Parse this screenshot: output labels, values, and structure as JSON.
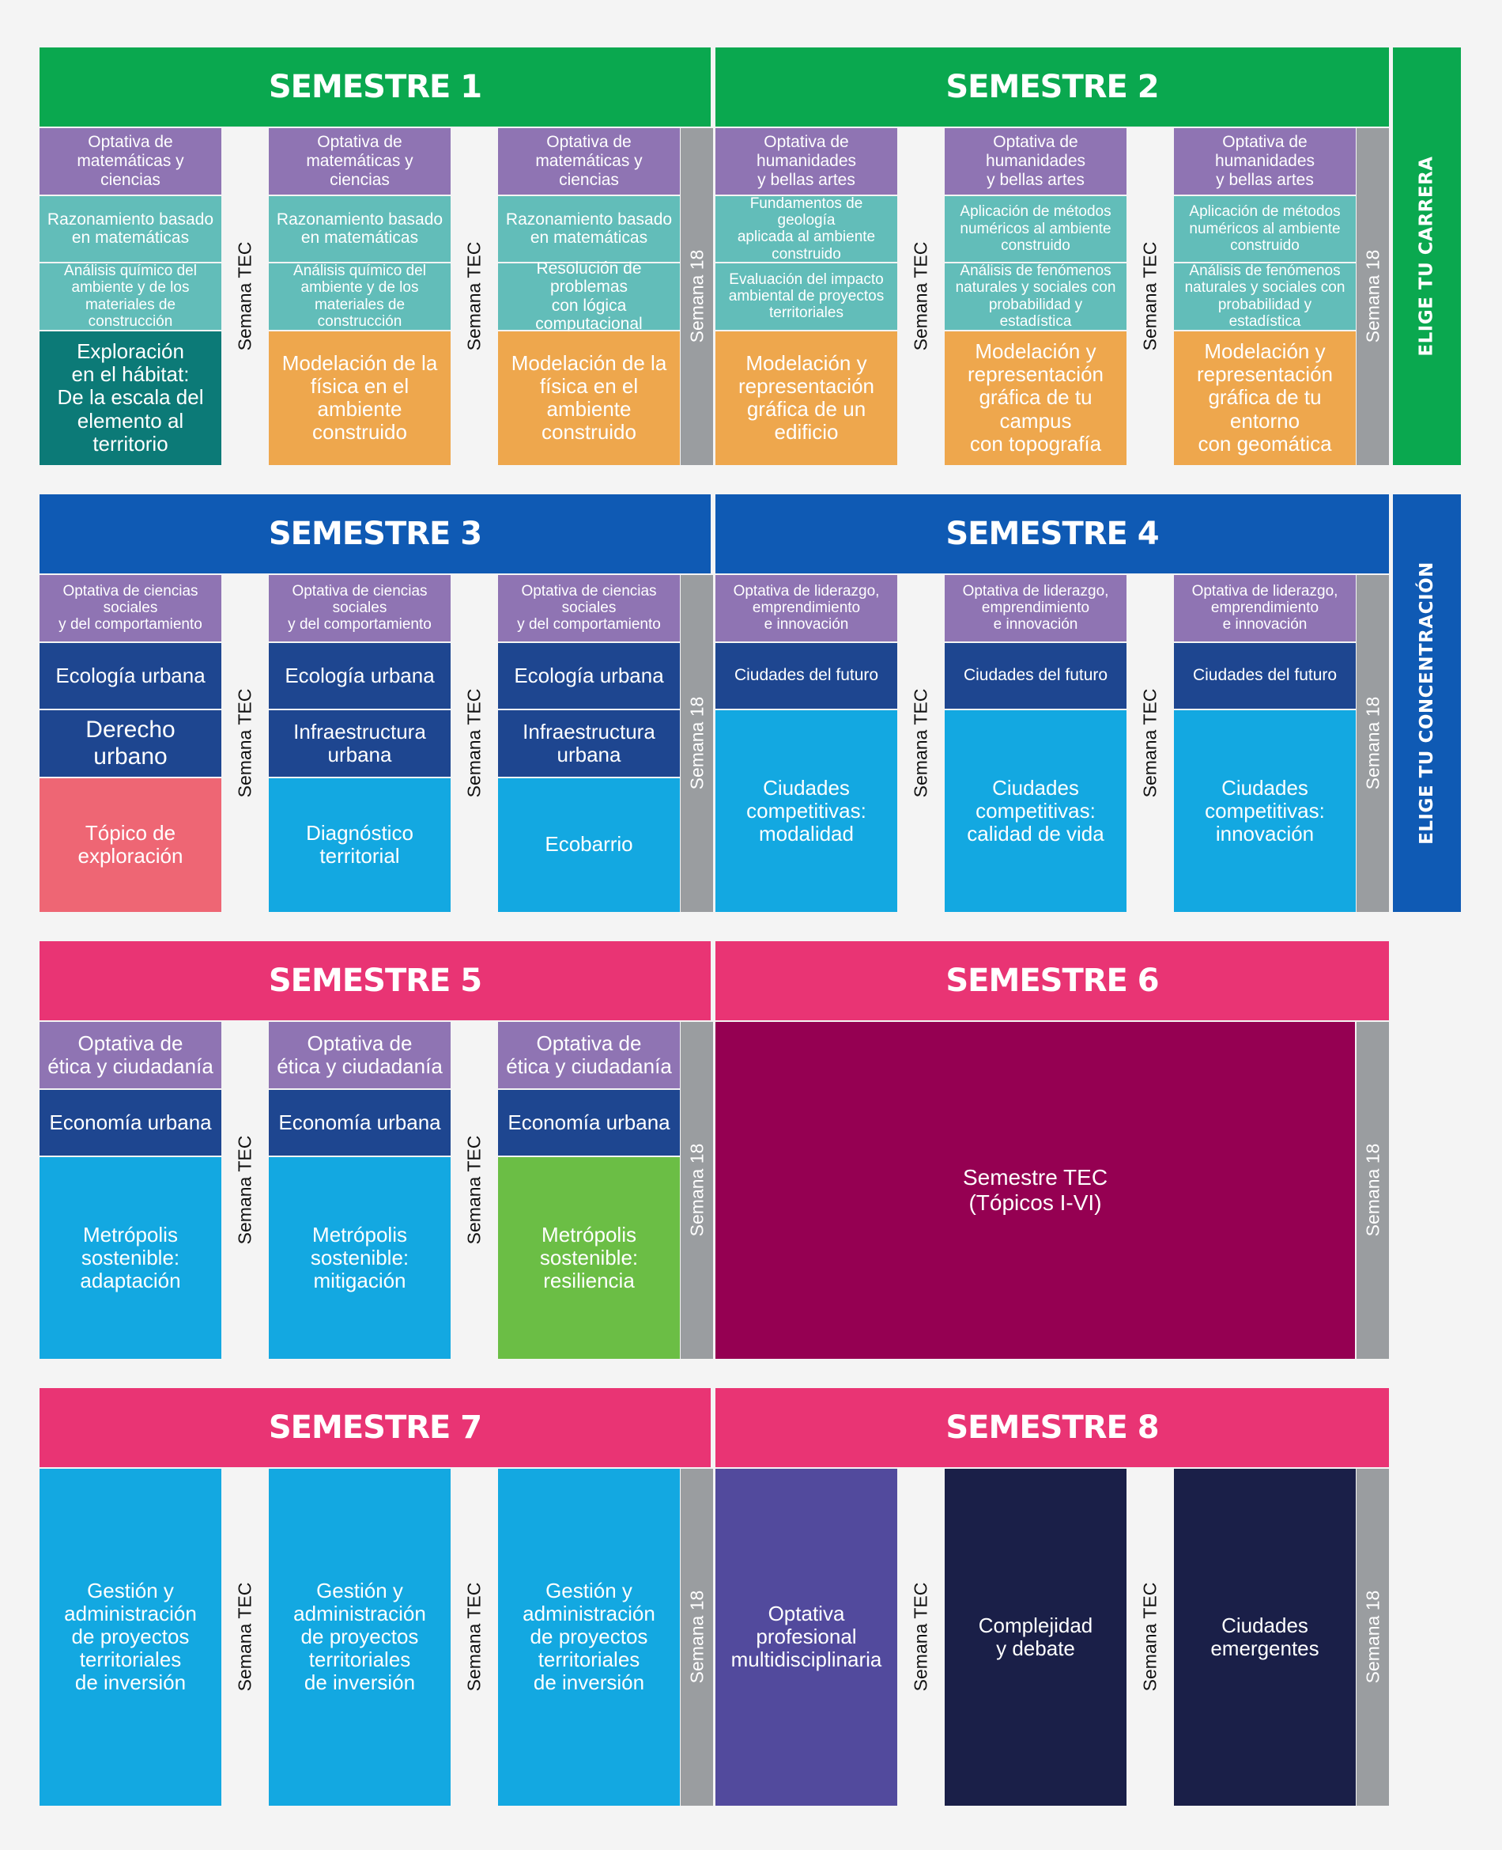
{
  "colors": {
    "green": "#0aa84f",
    "blue_header": "#0f5ab4",
    "pink": "#e93474",
    "purple_light": "#8f74b3",
    "teal": "#62bdb9",
    "dark_teal": "#0c7a77",
    "orange": "#eea74d",
    "navy": "#1e4690",
    "sky": "#13a8e1",
    "coral": "#ee6674",
    "lime": "#6bbe45",
    "maroon": "#950052",
    "indigo": "#524a9d",
    "dark_navy": "#1a1f48",
    "gray": "#9a9da0"
  },
  "labels": {
    "semana_tec": "Semana TEC",
    "semana_18": "Semana 18"
  },
  "sidebars": [
    {
      "text": "ELIGE TU CARRERA",
      "color": "#0aa84f"
    },
    {
      "text": "ELIGE TU CONCENTRACIÓN",
      "color": "#0f5ab4"
    }
  ],
  "bands": [
    {
      "semesters": [
        {
          "title": "SEMESTRE 1",
          "color": "#0aa84f",
          "columns": [
            [
              {
                "text": "Optativa de\nmatemáticas y ciencias",
                "color": "#8f74b3",
                "h": 1
              },
              {
                "text": "Razonamiento basado\nen matemáticas",
                "color": "#62bdb9",
                "h": 1
              },
              {
                "text": "Análisis químico del\nambiente y de los\nmateriales de construcción",
                "color": "#62bdb9",
                "h": 1
              },
              {
                "text": "Exploración\nen el hábitat:\nDe la escala del\nelemento al territorio",
                "color": "#0c7a77",
                "h": 2
              }
            ],
            [
              {
                "text": "Optativa de\nmatemáticas y ciencias",
                "color": "#8f74b3",
                "h": 1
              },
              {
                "text": "Razonamiento basado\nen matemáticas",
                "color": "#62bdb9",
                "h": 1
              },
              {
                "text": "Análisis químico del\nambiente y de los\nmateriales de construcción",
                "color": "#62bdb9",
                "h": 1
              },
              {
                "text": "Modelación de la\nfísica en el ambiente\nconstruido",
                "color": "#eea74d",
                "h": 2
              }
            ],
            [
              {
                "text": "Optativa de\nmatemáticas y ciencias",
                "color": "#8f74b3",
                "h": 1
              },
              {
                "text": "Razonamiento basado\nen matemáticas",
                "color": "#62bdb9",
                "h": 1
              },
              {
                "text": "Resolución de problemas\ncon lógica computacional",
                "color": "#62bdb9",
                "h": 1
              },
              {
                "text": "Modelación de la\nfísica en el ambiente\nconstruido",
                "color": "#eea74d",
                "h": 2
              }
            ]
          ]
        },
        {
          "title": "SEMESTRE 2",
          "color": "#0aa84f",
          "columns": [
            [
              {
                "text": "Optativa de humanidades\ny bellas artes",
                "color": "#8f74b3",
                "h": 1
              },
              {
                "text": "Fundamentos de geología\naplicada al ambiente\nconstruido",
                "color": "#62bdb9",
                "h": 1
              },
              {
                "text": "Evaluación del impacto\nambiental de proyectos\nterritoriales",
                "color": "#62bdb9",
                "h": 1
              },
              {
                "text": "Modelación y\nrepresentación\ngráfica de un edificio",
                "color": "#eea74d",
                "h": 2
              }
            ],
            [
              {
                "text": "Optativa de humanidades\ny bellas artes",
                "color": "#8f74b3",
                "h": 1
              },
              {
                "text": "Aplicación de métodos\nnuméricos al ambiente\nconstruido",
                "color": "#62bdb9",
                "h": 1
              },
              {
                "text": "Análisis de fenómenos\nnaturales y sociales con\nprobabilidad y estadística",
                "color": "#62bdb9",
                "h": 1
              },
              {
                "text": "Modelación y\nrepresentación\ngráfica de tu campus\ncon topografía",
                "color": "#eea74d",
                "h": 2
              }
            ],
            [
              {
                "text": "Optativa de humanidades\ny bellas artes",
                "color": "#8f74b3",
                "h": 1
              },
              {
                "text": "Aplicación de métodos\nnuméricos al ambiente\nconstruido",
                "color": "#62bdb9",
                "h": 1
              },
              {
                "text": "Análisis de fenómenos\nnaturales y sociales con\nprobabilidad y estadística",
                "color": "#62bdb9",
                "h": 1
              },
              {
                "text": "Modelación y\nrepresentación\ngráfica de tu entorno\ncon geomática",
                "color": "#eea74d",
                "h": 2
              }
            ]
          ]
        }
      ]
    },
    {
      "semesters": [
        {
          "title": "SEMESTRE 3",
          "color": "#0f5ab4",
          "columns": [
            [
              {
                "text": "Optativa de ciencias sociales\ny del comportamiento",
                "color": "#8f74b3",
                "h": 1
              },
              {
                "text": "Ecología urbana",
                "color": "#1e4690",
                "h": 1
              },
              {
                "text": "Derecho urbano",
                "color": "#1e4690",
                "h": 1,
                "big": true
              },
              {
                "text": "Tópico de\nexploración",
                "color": "#ee6674",
                "h": 2
              }
            ],
            [
              {
                "text": "Optativa de ciencias sociales\ny del comportamiento",
                "color": "#8f74b3",
                "h": 1
              },
              {
                "text": "Ecología urbana",
                "color": "#1e4690",
                "h": 1
              },
              {
                "text": "Infraestructura\nurbana",
                "color": "#1e4690",
                "h": 1
              },
              {
                "text": "Diagnóstico\nterritorial",
                "color": "#13a8e1",
                "h": 2
              }
            ],
            [
              {
                "text": "Optativa de ciencias sociales\ny del comportamiento",
                "color": "#8f74b3",
                "h": 1
              },
              {
                "text": "Ecología urbana",
                "color": "#1e4690",
                "h": 1
              },
              {
                "text": "Infraestructura\nurbana",
                "color": "#1e4690",
                "h": 1
              },
              {
                "text": "Ecobarrio",
                "color": "#13a8e1",
                "h": 2
              }
            ]
          ]
        },
        {
          "title": "SEMESTRE 4",
          "color": "#0f5ab4",
          "columns": [
            [
              {
                "text": "Optativa de liderazgo,\nemprendimiento\ne innovación",
                "color": "#8f74b3",
                "h": 1
              },
              {
                "text": "Ciudades del futuro",
                "color": "#1e4690",
                "h": 1
              },
              {
                "text": "Ciudades\ncompetitivas:\nmodalidad",
                "color": "#13a8e1",
                "h": 3
              }
            ],
            [
              {
                "text": "Optativa de liderazgo,\nemprendimiento\ne innovación",
                "color": "#8f74b3",
                "h": 1
              },
              {
                "text": "Ciudades del futuro",
                "color": "#1e4690",
                "h": 1
              },
              {
                "text": "Ciudades\ncompetitivas:\ncalidad de vida",
                "color": "#13a8e1",
                "h": 3
              }
            ],
            [
              {
                "text": "Optativa de liderazgo,\nemprendimiento\ne innovación",
                "color": "#8f74b3",
                "h": 1
              },
              {
                "text": "Ciudades del futuro",
                "color": "#1e4690",
                "h": 1
              },
              {
                "text": "Ciudades\ncompetitivas:\ninnovación",
                "color": "#13a8e1",
                "h": 3
              }
            ]
          ]
        }
      ]
    },
    {
      "semesters": [
        {
          "title": "SEMESTRE 5",
          "color": "#e93474",
          "columns": [
            [
              {
                "text": "Optativa de\nética y ciudadanía",
                "color": "#8f74b3",
                "h": 1
              },
              {
                "text": "Economía urbana",
                "color": "#1e4690",
                "h": 1
              },
              {
                "text": "Metrópolis\nsostenible:\nadaptación",
                "color": "#13a8e1",
                "h": 3
              }
            ],
            [
              {
                "text": "Optativa de\nética y ciudadanía",
                "color": "#8f74b3",
                "h": 1
              },
              {
                "text": "Economía urbana",
                "color": "#1e4690",
                "h": 1
              },
              {
                "text": "Metrópolis\nsostenible:\nmitigación",
                "color": "#13a8e1",
                "h": 3
              }
            ],
            [
              {
                "text": "Optativa de\nética y ciudadanía",
                "color": "#8f74b3",
                "h": 1
              },
              {
                "text": "Economía urbana",
                "color": "#1e4690",
                "h": 1
              },
              {
                "text": "Metrópolis\nsostenible:\nresiliencia",
                "color": "#6bbe45",
                "h": 3
              }
            ]
          ]
        },
        {
          "title": "SEMESTRE 6",
          "color": "#e93474",
          "full": true,
          "full_text": "Semestre TEC\n(Tópicos I-VI)",
          "full_color": "#950052"
        }
      ]
    },
    {
      "semesters": [
        {
          "title": "SEMESTRE 7",
          "color": "#e93474",
          "columns": [
            [
              {
                "text": "Gestión y\nadministración\nde proyectos\nterritoriales\nde inversión",
                "color": "#13a8e1",
                "h": 5
              }
            ],
            [
              {
                "text": "Gestión y\nadministración\nde proyectos\nterritoriales\nde inversión",
                "color": "#13a8e1",
                "h": 5
              }
            ],
            [
              {
                "text": "Gestión y\nadministración\nde proyectos\nterritoriales\nde inversión",
                "color": "#13a8e1",
                "h": 5
              }
            ]
          ]
        },
        {
          "title": "SEMESTRE 8",
          "color": "#e93474",
          "columns": [
            [
              {
                "text": "Optativa\nprofesional\nmultidisciplinaria",
                "color": "#524a9d",
                "h": 5
              }
            ],
            [
              {
                "text": "Complejidad\ny debate",
                "color": "#1a1f48",
                "h": 5
              }
            ],
            [
              {
                "text": "Ciudades\nemergentes",
                "color": "#1a1f48",
                "h": 5
              }
            ]
          ]
        }
      ]
    }
  ]
}
